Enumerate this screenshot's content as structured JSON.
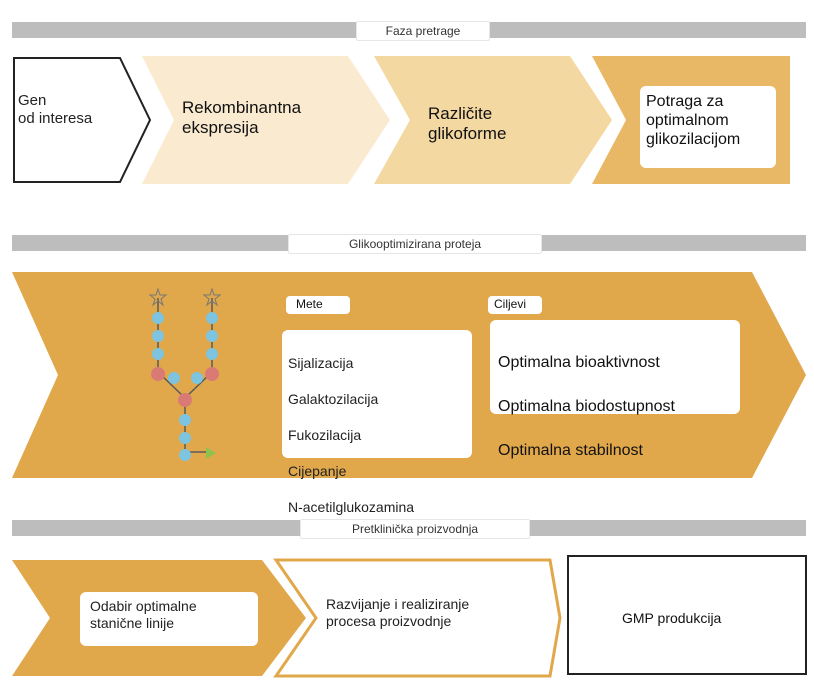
{
  "colors": {
    "band_gray": "#bdbdbd",
    "orange_dark": "#e1a84b",
    "orange_light": "#f6dbaa",
    "orange_pale": "#faebd0",
    "white": "#ffffff",
    "node_blue": "#7cc4e0",
    "node_red": "#d97b74",
    "arrow_green": "#8fc24b"
  },
  "section1": {
    "title": "Faza pretrage",
    "steps": [
      {
        "label": "Gen\nod interesa"
      },
      {
        "label": "Rekombinantna\nekspresija"
      },
      {
        "label": "Različite\nglikoforme"
      },
      {
        "label": "Potraga za\noptimalnom\nglikozilacijom"
      }
    ]
  },
  "section2": {
    "title": "Glikooptimizirana proteja",
    "mete_title": "Mete",
    "mete_items": [
      "Sijalizacija",
      "Galaktozilacija",
      "Fukozilacija",
      "Cijepanje",
      "N-acetilglukozamina"
    ],
    "ciljevi_title": "Ciljevi",
    "ciljevi_items": [
      "Optimalna bioaktivnost",
      "Optimalna biodostupnost",
      "Optimalna stabilnost"
    ],
    "glycan_icon": "glycan-structure-icon"
  },
  "section3": {
    "title": "Pretklinička proizvodnja",
    "steps": [
      {
        "label": "Odabir optimalne\nstanične linije"
      },
      {
        "label": "Razvijanje i realiziranje\nprocesa proizvodnje"
      },
      {
        "label": "GMP produkcija"
      }
    ]
  }
}
